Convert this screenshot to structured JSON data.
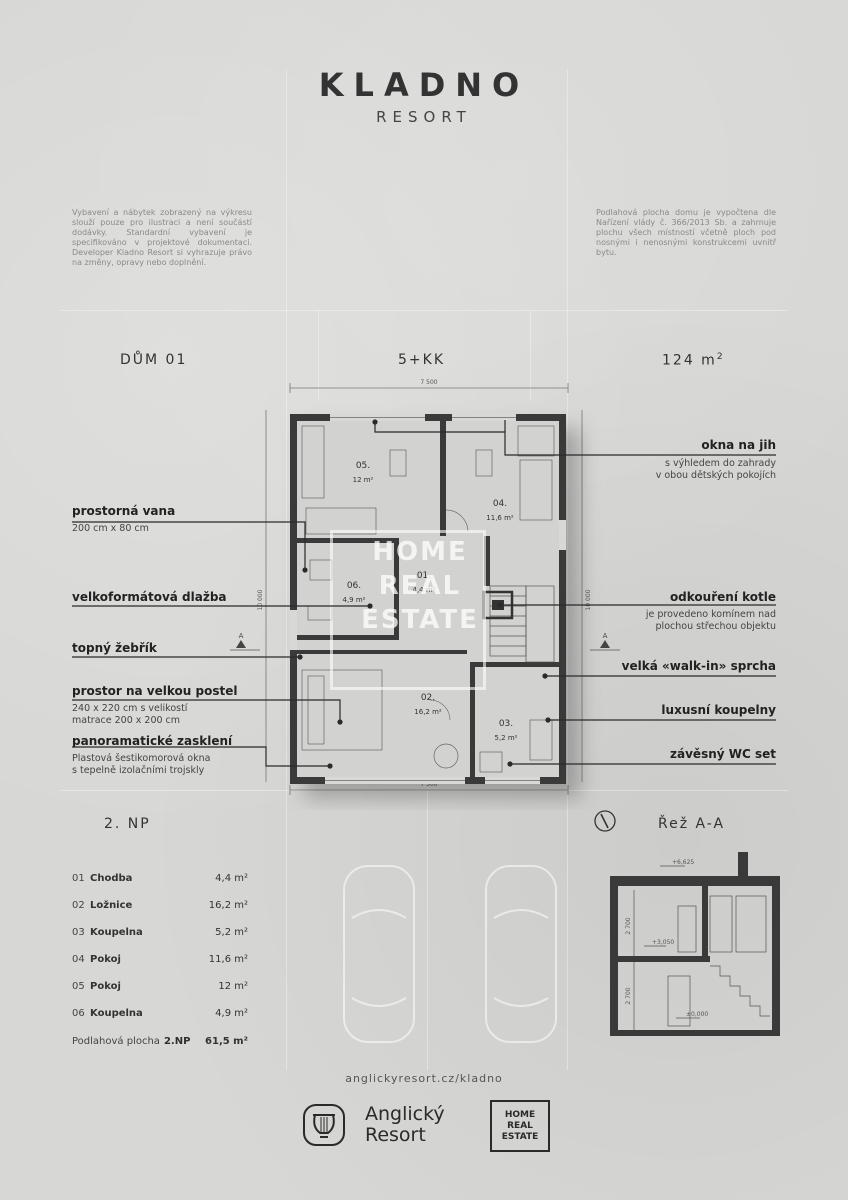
{
  "header": {
    "title": "KLADNO",
    "subtitle": "RESORT"
  },
  "notes": {
    "left": "Vybavení a nábytek zobrazený na výkresu slouží pouze pro ilustraci a není součástí dodávky. Standardní vybavení je specifikováno v projektové dokumentaci. Developer Kladno Resort si vyhrazuje právo na změny, opravy nebo doplnění.",
    "right": "Podlahová plocha domu je vypočtena dle Nařízení vlády č. 366/2013 Sb. a zahrnuje plochu všech místností včetně ploch pod nosnými i nenosnými konstrukcemi uvnitř bytu."
  },
  "info": {
    "house": "DŮM 01",
    "layout": "5+KK",
    "area_value": "124 m",
    "area_sup": "2"
  },
  "plan": {
    "dim_top": "7 500",
    "dim_bottom": "7 500",
    "dim_left": "10 000",
    "dim_right": "10 000",
    "section_left": "A",
    "section_right": "A",
    "rooms": [
      {
        "no": "01.",
        "area": "4,4 m²"
      },
      {
        "no": "02.",
        "area": "16,2 m²"
      },
      {
        "no": "03.",
        "area": "5,2 m²"
      },
      {
        "no": "04.",
        "area": "11,6 m²"
      },
      {
        "no": "05.",
        "area": "12 m²"
      },
      {
        "no": "06.",
        "area": "4,9 m²"
      }
    ],
    "watermark": [
      "HOME",
      "REAL",
      "ESTATE"
    ]
  },
  "callouts_left": [
    {
      "title": "prostorná vana",
      "sub": [
        "200 cm x 80 cm"
      ]
    },
    {
      "title": "velkoformátová dlažba",
      "sub": []
    },
    {
      "title": "topný žebřík",
      "sub": []
    },
    {
      "title": "prostor na velkou postel",
      "sub": [
        "240 x 220 cm s velikostí",
        "matrace 200 x 200 cm"
      ]
    },
    {
      "title": "panoramatické zasklení",
      "sub": [
        "Plastová šestikomorová okna",
        "s tepelně izolačními trojskly"
      ]
    }
  ],
  "callouts_right": [
    {
      "title": "okna na jih",
      "sub": [
        "s výhledem do zahrady",
        "v obou dětských pokojích"
      ]
    },
    {
      "title": "odkouření kotle",
      "sub": [
        "je provedeno komínem nad",
        "plochou střechou objektu"
      ]
    },
    {
      "title": "velká «walk-in» sprcha",
      "sub": []
    },
    {
      "title": "luxusní koupelny",
      "sub": []
    },
    {
      "title": "závěsný WC set",
      "sub": []
    }
  ],
  "floor_label": "2. NP",
  "section_label": "Řež A-A",
  "room_table": [
    {
      "no": "01",
      "name": "Chodba",
      "area": "4,4 m²"
    },
    {
      "no": "02",
      "name": "Ložnice",
      "area": "16,2 m²"
    },
    {
      "no": "03",
      "name": "Koupelna",
      "area": "5,2 m²"
    },
    {
      "no": "04",
      "name": "Pokoj",
      "area": "11,6 m²"
    },
    {
      "no": "05",
      "name": "Pokoj",
      "area": "12 m²"
    },
    {
      "no": "06",
      "name": "Koupelna",
      "area": "4,9 m²"
    }
  ],
  "room_total": {
    "label": "Podlahová plocha",
    "floor": "2.NP",
    "area": "61,5 m²"
  },
  "section": {
    "level_top": "+6,625",
    "level_mid": "+3,050",
    "level_bot": "±0,000",
    "h_top": "2 700",
    "h_bot": "2 700"
  },
  "footer": {
    "url": "anglickyresort.cz/kladno",
    "logo_line1": "Anglický",
    "logo_line2": "Resort",
    "hre": [
      "HOME",
      "REAL",
      "ESTATE"
    ]
  },
  "colors": {
    "background": "#d7d7d5",
    "walls": "#3a3a3a",
    "text": "#2e2e2e"
  }
}
